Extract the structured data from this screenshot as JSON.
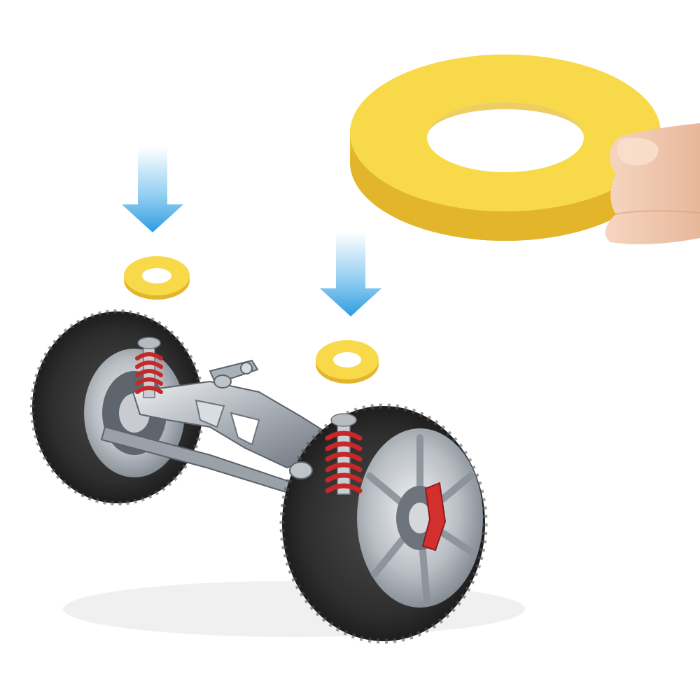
{
  "scene": {
    "background": "#ffffff",
    "illustration": "car-front-axle-suspension",
    "colors": {
      "washer_yellow": "#F7D94A",
      "washer_yellow_edge": "#E6B92C",
      "arrow_blue": "#3FA9E6",
      "spring_red": "#C62828",
      "caliper_red": "#D32F2F",
      "tire_dark": "#2E2E2E",
      "metal": "#B9BEC4",
      "skin": "#F2C9AE"
    },
    "arrows": [
      {
        "name": "left-arrow-down-icon",
        "direction": "down"
      },
      {
        "name": "right-arrow-down-icon",
        "direction": "down"
      }
    ]
  }
}
